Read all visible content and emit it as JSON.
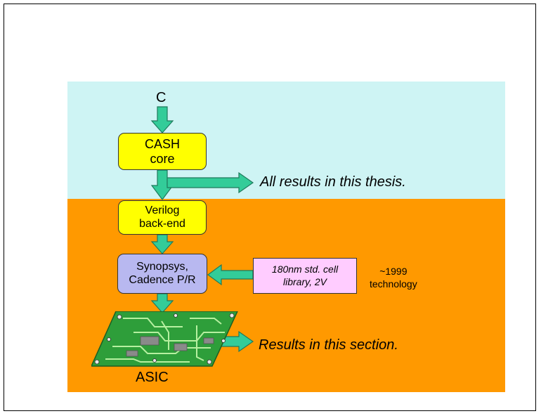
{
  "diagram": {
    "input_label": "C",
    "cash_core": {
      "line1": "CASH",
      "line2": "core"
    },
    "verilog_backend": {
      "line1": "Verilog",
      "line2": "back-end"
    },
    "synopsys": {
      "line1": "Synopsys,",
      "line2": "Cadence P/R"
    },
    "library": {
      "line1": "180nm std. cell",
      "line2": "library, 2V"
    },
    "technology_note": {
      "line1": "~1999",
      "line2": "technology"
    },
    "thesis_results": "All results in this thesis.",
    "section_results": "Results in this section.",
    "asic_label": "ASIC"
  },
  "colors": {
    "top_band": "#cef4f4",
    "bottom_band": "#ff9900",
    "arrow_fill": "#33cc99",
    "core_box": "#ffff00",
    "tool_box": "#b8b8f0",
    "library_box": "#ffccff",
    "pcb_green": "#2e9e3a"
  }
}
